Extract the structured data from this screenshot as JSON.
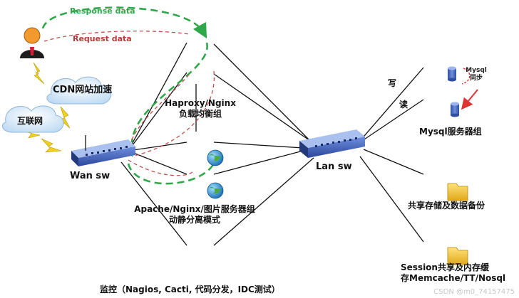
{
  "labels": {
    "response": "Response data",
    "request": "Request data",
    "cdn": "CDN网站加速",
    "internet": "互联网",
    "wan_sw": "Wan sw",
    "lan_sw": "Lan sw",
    "lb_line1": "Haproxy/Nginx",
    "lb_line2": "负载均衡组",
    "web_line1": "Apache/Nginx/图片服务器组",
    "web_line2": "动静分离模式",
    "monitor": "监控（Nagios, Cacti, 代码分发，IDC测试）",
    "write": "写",
    "read": "读",
    "mysql_sync_1": "Mysql",
    "mysql_sync_2": "同步",
    "mysql_group": "Mysql服务器组",
    "storage": "共享存储及数据备份",
    "session_line1": "Session共享及内存缓",
    "session_line2": "存Memcache/TT/Nosql",
    "watermark": "CSDN @m0_74157475"
  },
  "colors": {
    "response_line": "#2fa84a",
    "request_line": "#c0504d",
    "link_line": "#111111",
    "switch_blue": "#3b5bb5",
    "lightning": "#f0d020",
    "cloud": "#cfe6f7"
  },
  "icons": [
    "user-icon",
    "cloud-icon",
    "switch-icon",
    "server-icon",
    "globe-icon",
    "database-icon",
    "folder-icon",
    "lightning-icon"
  ]
}
